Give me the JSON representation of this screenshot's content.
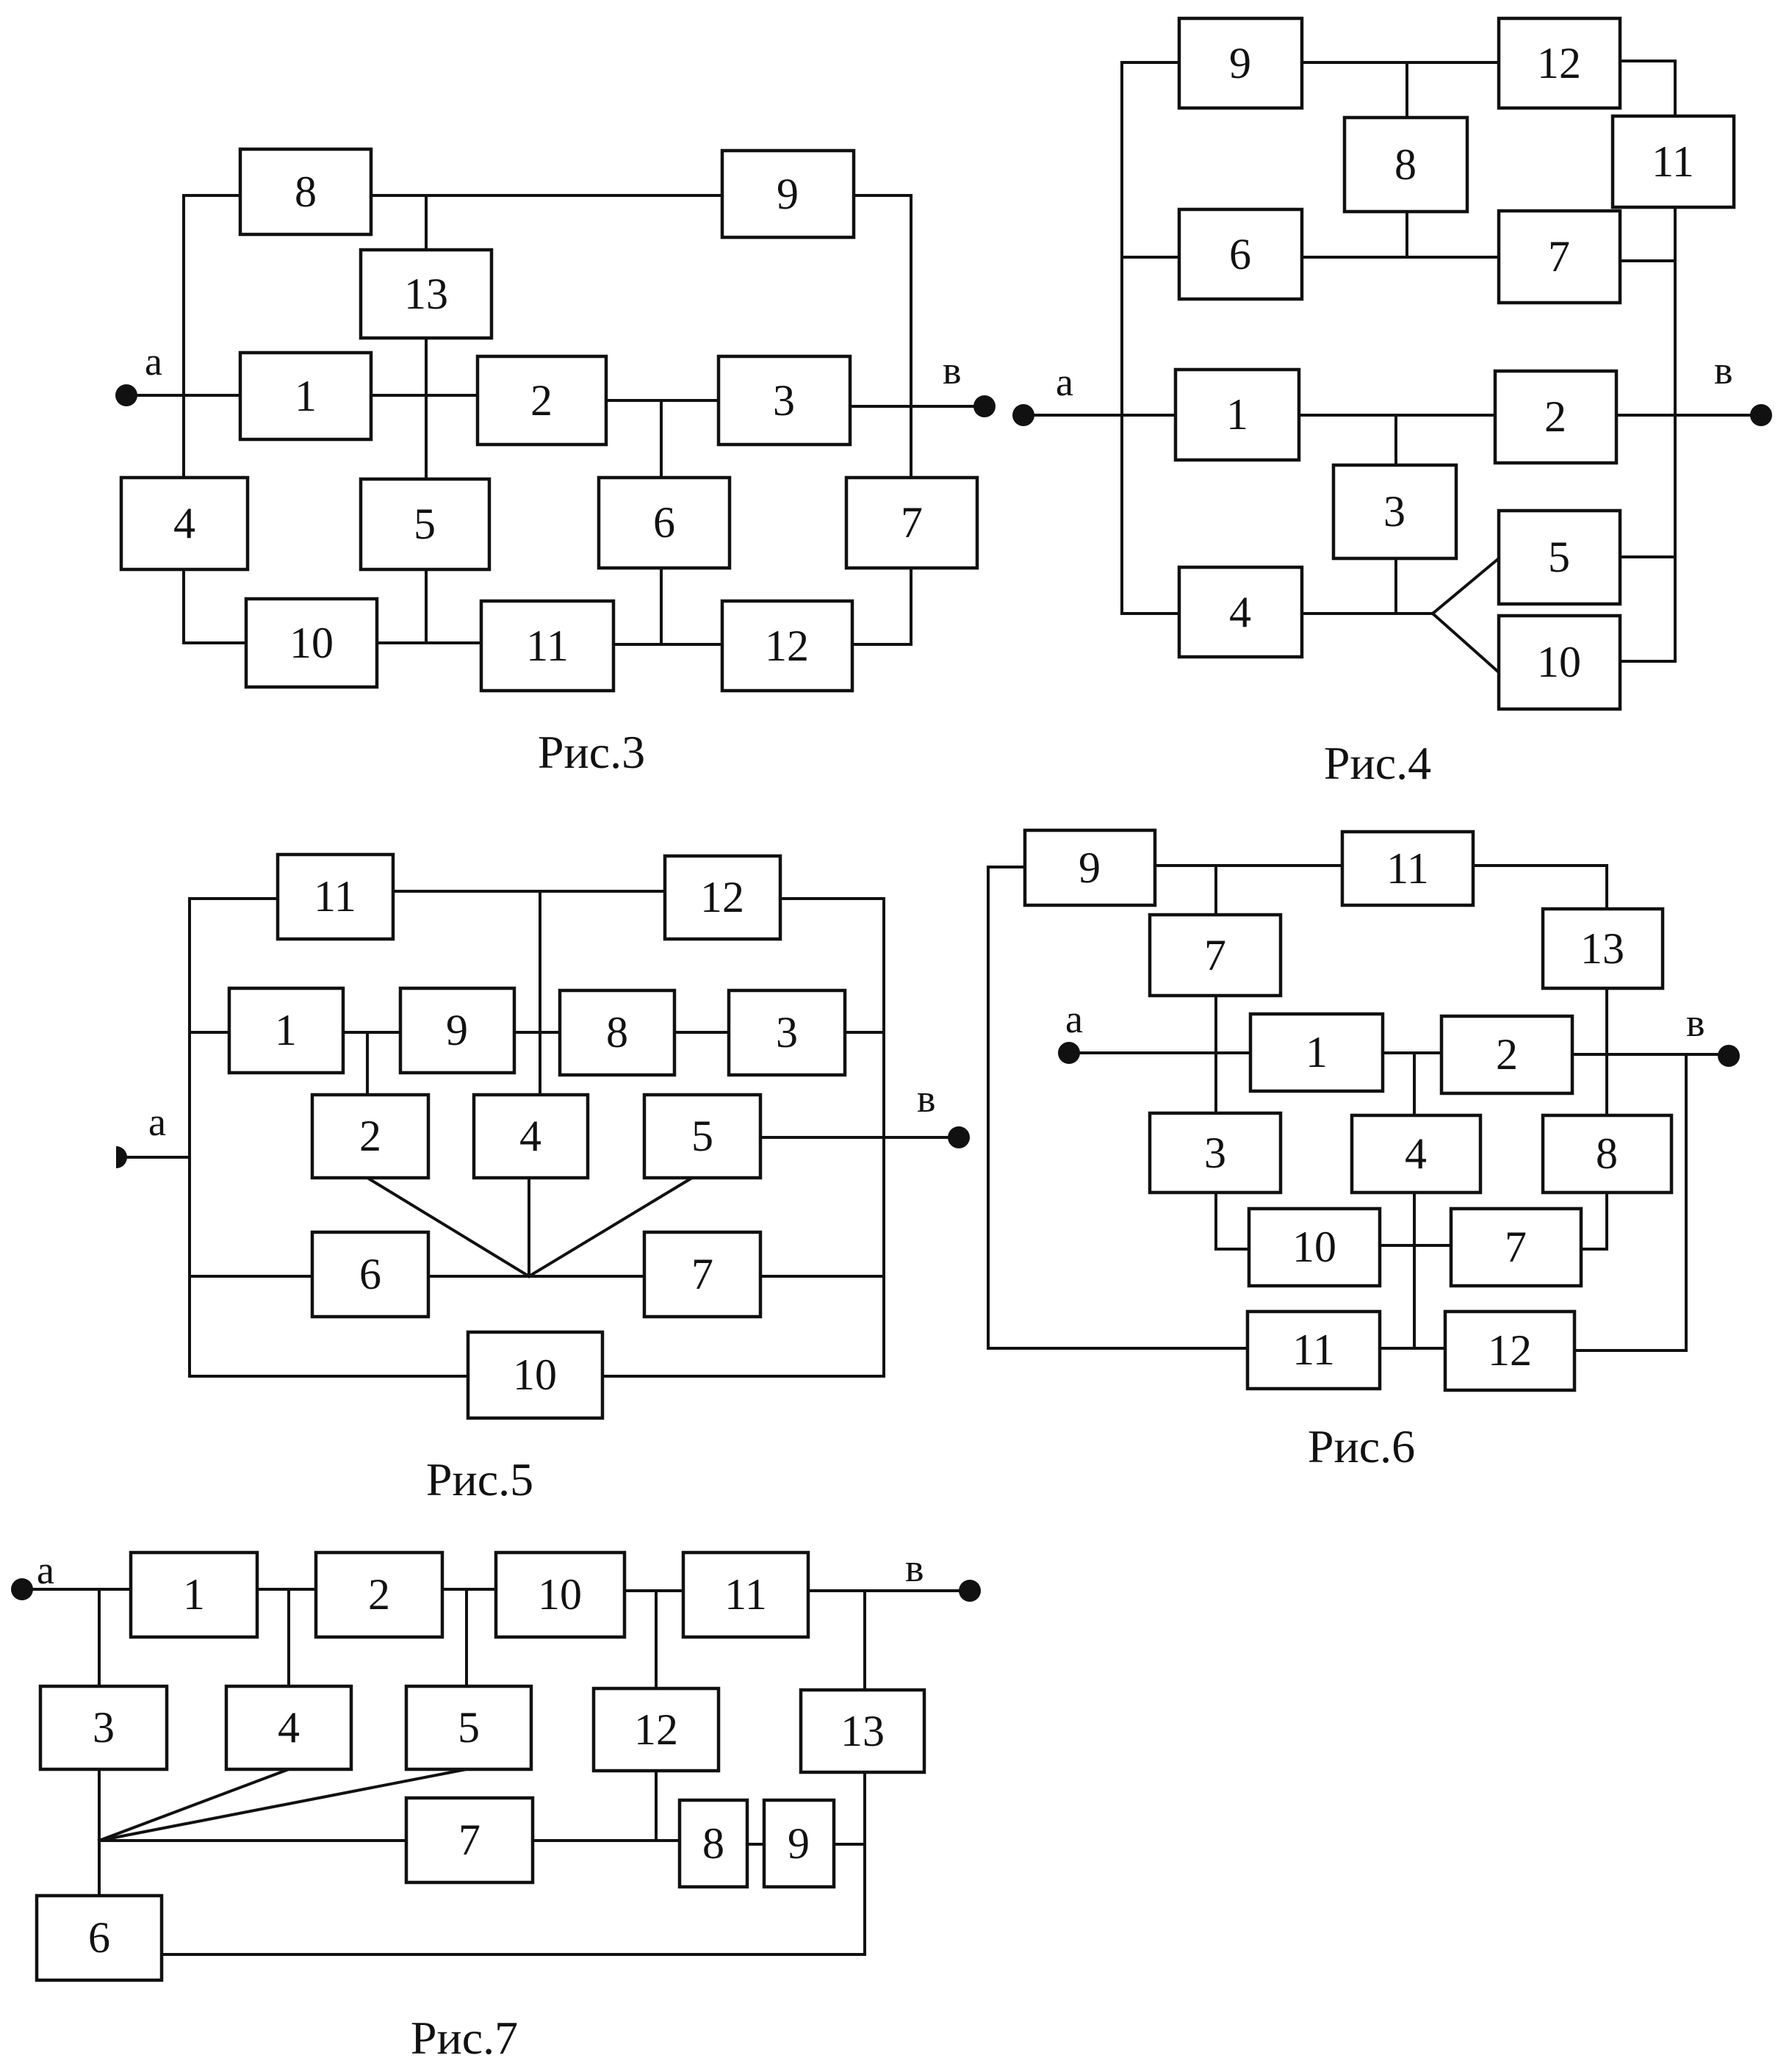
{
  "figures": [
    {
      "id": "fig3",
      "caption": "Рис.3",
      "input": "а",
      "output": "в",
      "blocks": [
        "8",
        "9",
        "13",
        "1",
        "2",
        "3",
        "4",
        "5",
        "6",
        "7",
        "10",
        "11",
        "12"
      ]
    },
    {
      "id": "fig4",
      "caption": "Рис.4",
      "input": "а",
      "output": "в",
      "blocks": [
        "9",
        "12",
        "8",
        "11",
        "6",
        "7",
        "1",
        "2",
        "3",
        "5",
        "4",
        "10"
      ]
    },
    {
      "id": "fig5",
      "caption": "Рис.5",
      "input": "а",
      "output": "в",
      "blocks": [
        "11",
        "12",
        "1",
        "9",
        "8",
        "3",
        "2",
        "4",
        "5",
        "6",
        "7",
        "10"
      ]
    },
    {
      "id": "fig6",
      "caption": "Рис.6",
      "input": "а",
      "output": "в",
      "blocks": [
        "9",
        "11",
        "7",
        "13",
        "1",
        "2",
        "3",
        "4",
        "8",
        "10",
        "7",
        "11",
        "12"
      ]
    },
    {
      "id": "fig7",
      "caption": "Рис.7",
      "input": "а",
      "output": "в",
      "blocks": [
        "1",
        "2",
        "10",
        "11",
        "3",
        "4",
        "5",
        "12",
        "13",
        "7",
        "8",
        "9",
        "6"
      ]
    }
  ]
}
